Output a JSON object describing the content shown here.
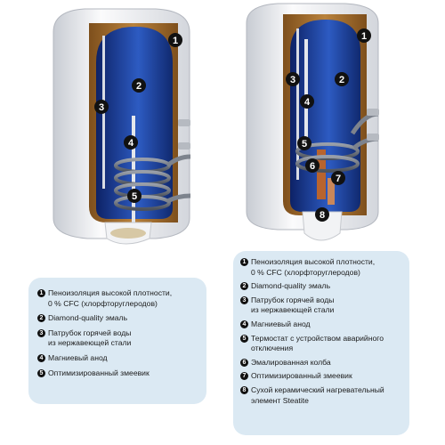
{
  "left_heater": {
    "callouts": [
      "1",
      "2",
      "3",
      "4",
      "5"
    ],
    "legend": [
      {
        "num": "1",
        "lines": [
          "Пеноизоляция высокой плотности,",
          "0 % CFC (хлорфторуглеродов)"
        ]
      },
      {
        "num": "2",
        "lines": [
          "Diamond-quality эмаль"
        ]
      },
      {
        "num": "3",
        "lines": [
          "Патрубок горячей воды",
          "из нержавеющей стали"
        ]
      },
      {
        "num": "4",
        "lines": [
          "Магниевый анод"
        ]
      },
      {
        "num": "5",
        "lines": [
          "Оптимизированный змеевик"
        ]
      }
    ]
  },
  "right_heater": {
    "callouts": [
      "1",
      "2",
      "3",
      "4",
      "5",
      "6",
      "7",
      "8"
    ],
    "legend": [
      {
        "num": "1",
        "lines": [
          "Пеноизоляция  высокой плотности,",
          "0 % CFC (хлорфторуглеродов)"
        ]
      },
      {
        "num": "2",
        "lines": [
          "Diamond-quality эмаль"
        ]
      },
      {
        "num": "3",
        "lines": [
          "Патрубок горячей воды",
          "из нержавеющей стали"
        ]
      },
      {
        "num": "4",
        "lines": [
          "Магниевый анод"
        ]
      },
      {
        "num": "5",
        "lines": [
          "Термостат с устройством аварийного",
          "отключения"
        ]
      },
      {
        "num": "6",
        "lines": [
          "Эмалированная колба"
        ]
      },
      {
        "num": "7",
        "lines": [
          "Оптимизированный змеевик"
        ]
      },
      {
        "num": "8",
        "lines": [
          "Сухой керамический нагревательный",
          "элемент Steatite"
        ]
      }
    ]
  },
  "colors": {
    "casing": "#e6e9ee",
    "insulation": "#a8702e",
    "tank": "#1d3f9a",
    "callout": "#111111",
    "panel": "#dbe9f3"
  }
}
